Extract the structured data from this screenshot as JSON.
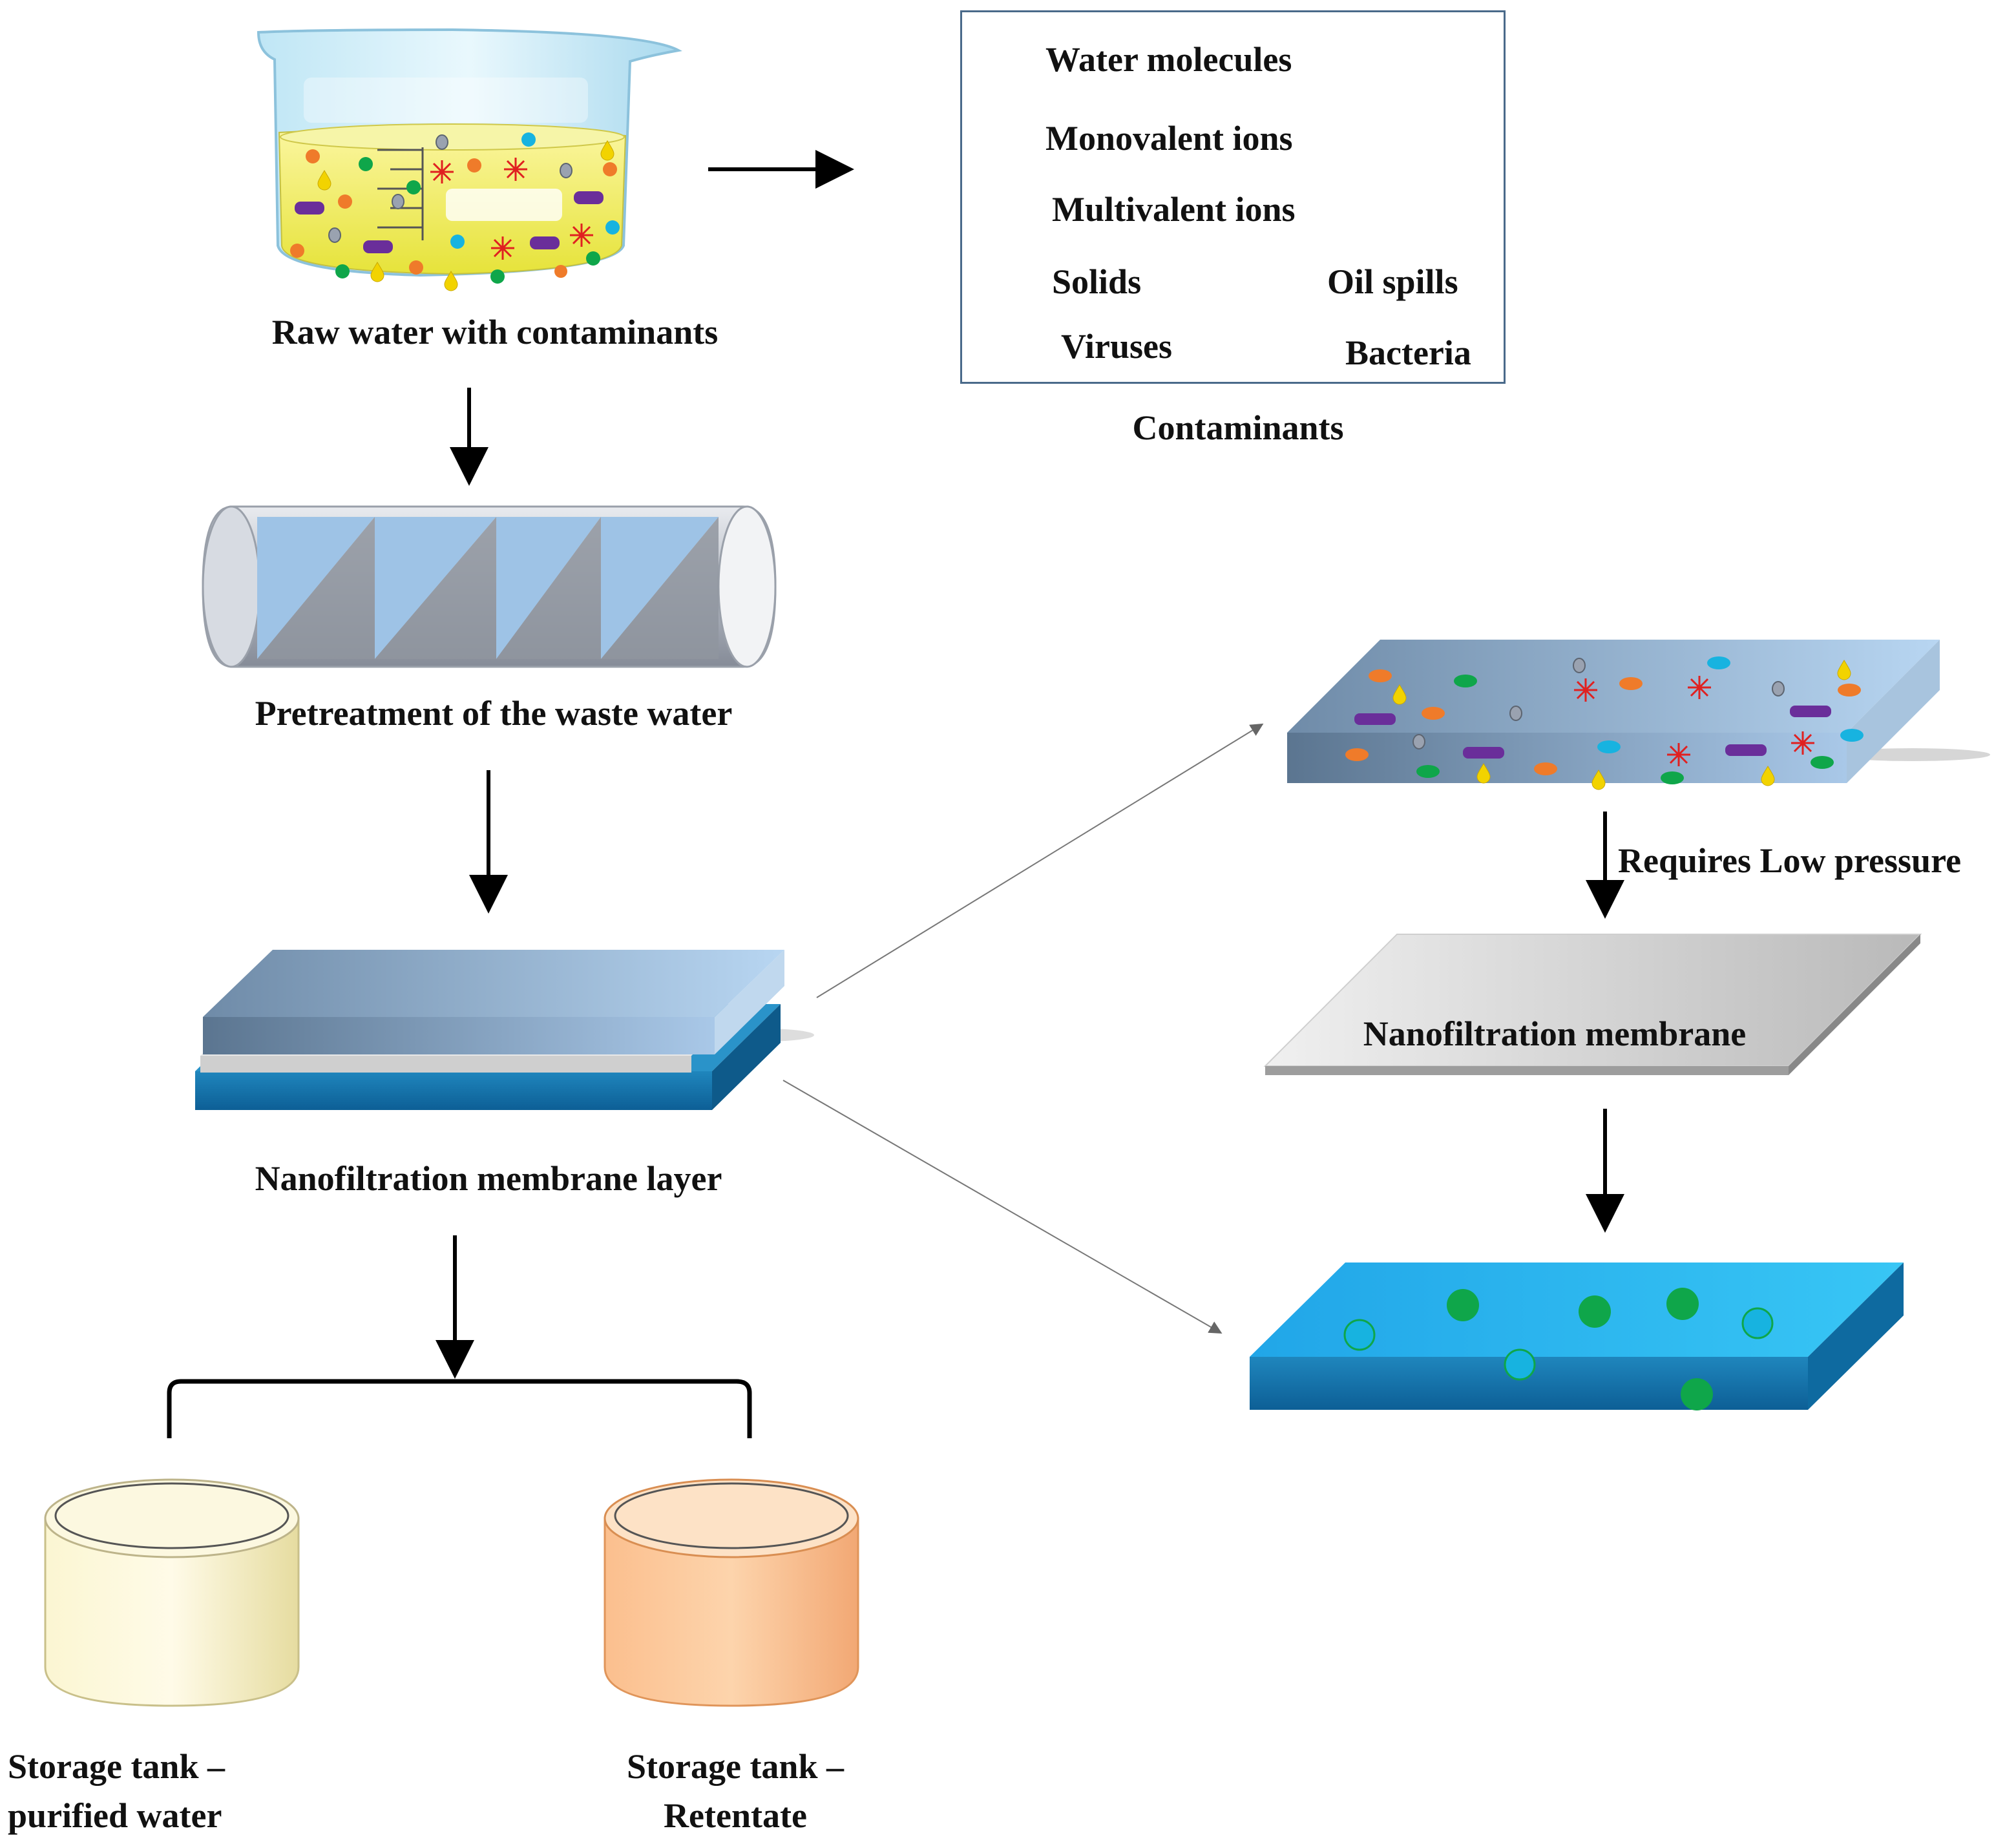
{
  "steps": {
    "raw_water": "Raw water with contaminants",
    "pretreatment": "Pretreatment of the waste water",
    "nf_layer": "Nanofiltration membrane layer",
    "tank_purified": [
      "Storage tank –",
      "purified water"
    ],
    "tank_retentate": [
      "Storage tank –",
      "Retentate"
    ]
  },
  "legend": {
    "title": "Contaminants",
    "items": {
      "water": "Water molecules",
      "monovalent": "Monovalent ions",
      "multivalent": "Multivalent ions",
      "solids": "Solids",
      "oil": "Oil spills",
      "viruses": "Viruses",
      "bacteria": "Bacteria"
    }
  },
  "detail": {
    "pressure": "Requires Low pressure",
    "membrane": "Nanofiltration membrane"
  },
  "colors": {
    "water": "#17b3e0",
    "monovalent": "#0fa64a",
    "multivalent": "#ef7b2a",
    "solids": "#9aa2b0",
    "oil": "#f2d300",
    "viruses": "#e02020",
    "bacteria": "#6a2e9a"
  }
}
